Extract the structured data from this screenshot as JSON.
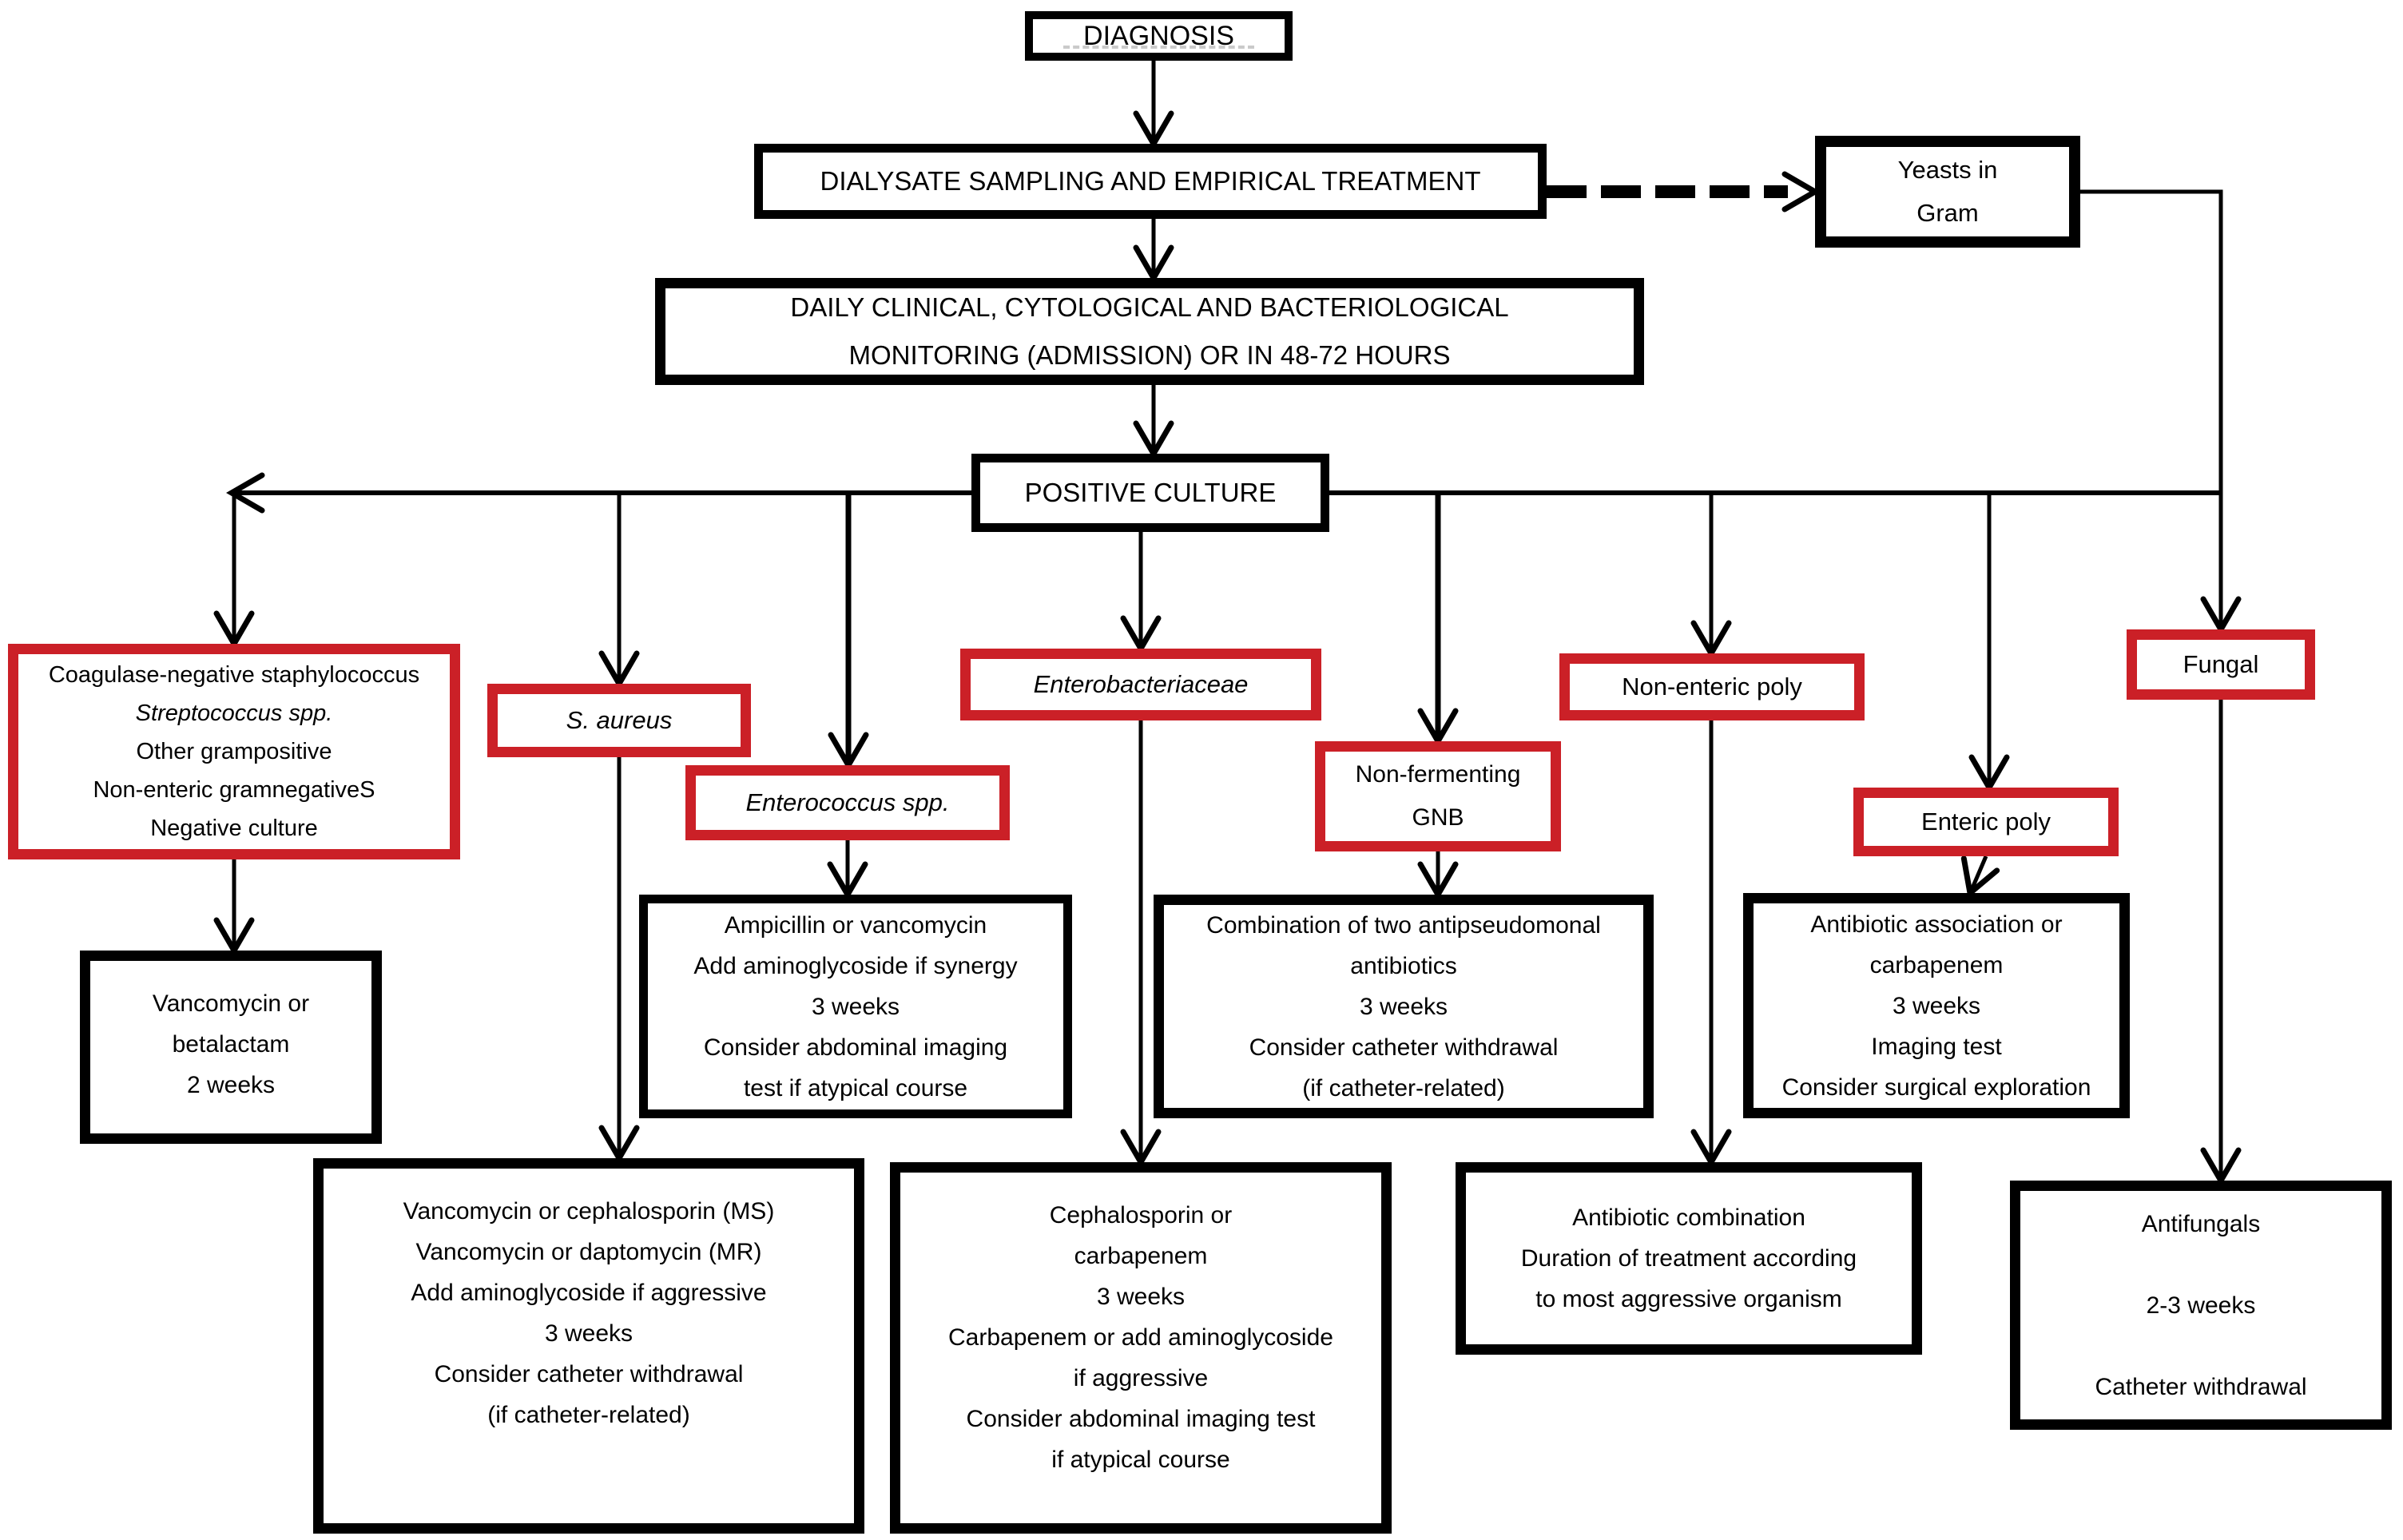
{
  "colors": {
    "box_border_black": "#000000",
    "box_border_red": "#cb2027",
    "background": "#ffffff",
    "line_color": "#000000"
  },
  "nodes": {
    "diagnosis": {
      "lines": [
        "DIAGNOSIS"
      ]
    },
    "dialysate_sampling": {
      "lines": [
        "DIALYSATE SAMPLING AND EMPIRICAL TREATMENT"
      ]
    },
    "yeasts_in_gram": {
      "lines": [
        "Yeasts in",
        "Gram"
      ]
    },
    "daily_monitoring": {
      "lines": [
        "DAILY CLINICAL, CYTOLOGICAL AND BACTERIOLOGICAL",
        "MONITORING (ADMISSION) OR IN 48-72 HOURS"
      ]
    },
    "positive_culture": {
      "lines": [
        "POSITIVE CULTURE"
      ]
    },
    "gram_positive_group": {
      "lines": [
        "Coagulase-negative staphylococcus",
        "Streptococcus spp.",
        "Other grampositive",
        "Non-enteric gramnegativeS",
        "Negative culture"
      ]
    },
    "s_aureus": {
      "lines": [
        "S. aureus"
      ]
    },
    "enterococcus": {
      "lines": [
        "Enterococcus spp."
      ]
    },
    "enterobacteriaceae": {
      "lines": [
        "Enterobacteriaceae"
      ]
    },
    "non_fermenting_gnb": {
      "lines": [
        "Non-fermenting",
        "GNB"
      ]
    },
    "non_enteric_poly": {
      "lines": [
        "Non-enteric poly"
      ]
    },
    "enteric_poly": {
      "lines": [
        "Enteric poly"
      ]
    },
    "fungal": {
      "lines": [
        "Fungal"
      ]
    },
    "vancomycin_betalactam": {
      "lines": [
        "Vancomycin or",
        "betalactam",
        "2 weeks"
      ]
    },
    "ampicillin_vancomycin": {
      "lines": [
        "Ampicillin or vancomycin",
        "Add aminoglycoside if synergy",
        "3 weeks",
        "Consider abdominal imaging",
        "test if atypical course"
      ]
    },
    "antipseudomonal_combination": {
      "lines": [
        "Combination of two antipseudomonal",
        "antibiotics",
        "3 weeks",
        "Consider catheter withdrawal",
        "(if catheter-related)"
      ]
    },
    "antibiotic_association": {
      "lines": [
        "Antibiotic association or",
        "carbapenem",
        "3 weeks",
        "Imaging test",
        "Consider surgical exploration"
      ]
    },
    "vancomycin_cephalosporin": {
      "lines": [
        "Vancomycin or cephalosporin (MS)",
        "Vancomycin or daptomycin (MR)",
        "Add aminoglycoside if aggressive",
        "3 weeks",
        "Consider catheter withdrawal",
        "(if catheter-related)"
      ]
    },
    "cephalosporin_carbapenem": {
      "lines": [
        "Cephalosporin or",
        "carbapenem",
        "3 weeks",
        "Carbapenem or add aminoglycoside",
        "if aggressive",
        "Consider abdominal imaging test",
        "if atypical course"
      ]
    },
    "antibiotic_combination": {
      "lines": [
        "Antibiotic combination",
        "Duration of treatment according",
        "to most aggressive organism"
      ]
    },
    "antifungals": {
      "lines": [
        "Antifungals",
        "",
        "2-3 weeks",
        "",
        "Catheter withdrawal"
      ]
    }
  }
}
